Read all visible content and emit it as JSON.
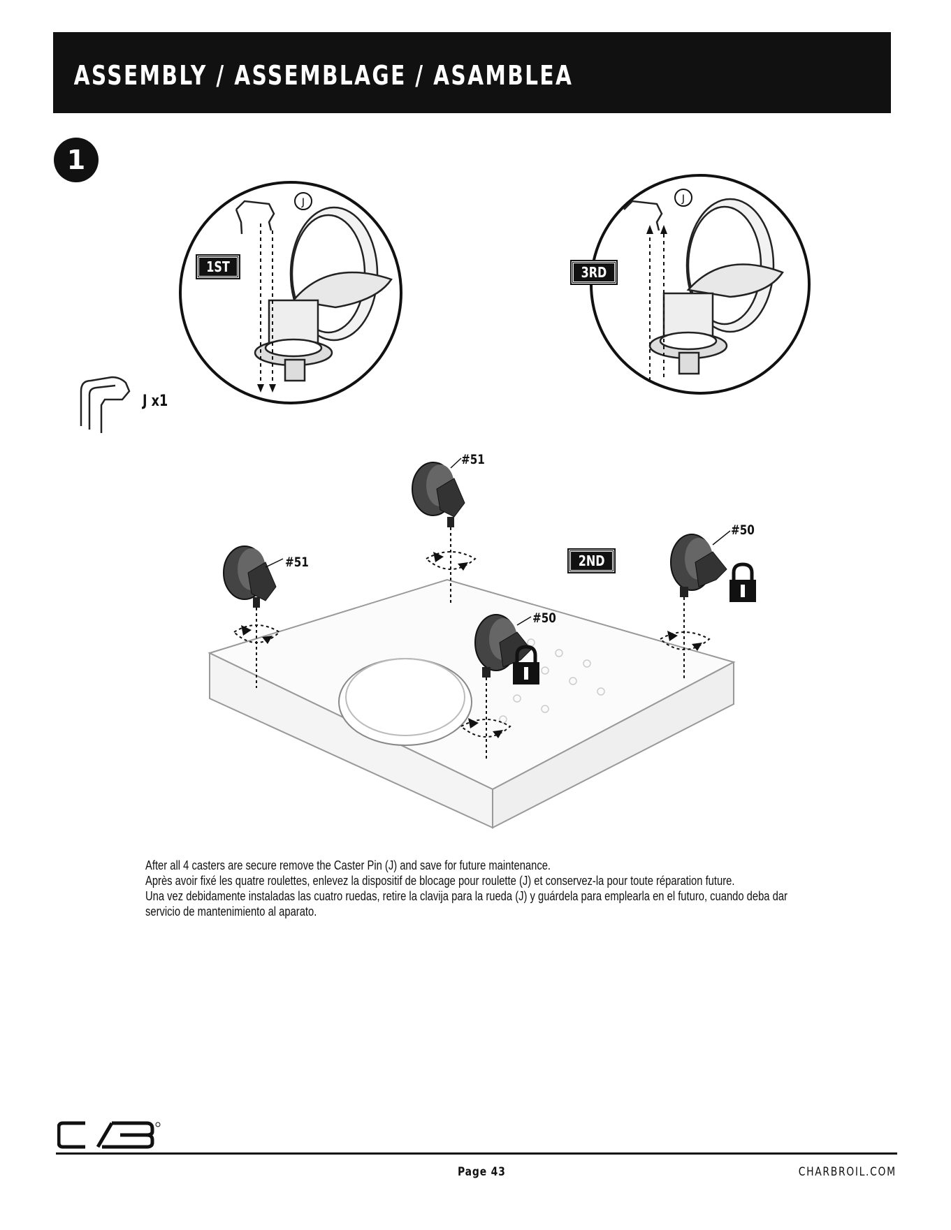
{
  "header": {
    "title": "ASSEMBLY / ASSEMBLAGE / ASAMBLEA"
  },
  "step": {
    "number": "1"
  },
  "part": {
    "quantity_label": "J x1"
  },
  "tags": {
    "first": "1ST",
    "second": "2ND",
    "third": "3RD"
  },
  "callouts": {
    "pin_label": "J",
    "caster_51": "#51",
    "caster_50": "#50"
  },
  "instructions": [
    "After all 4 casters are secure remove the Caster Pin (J) and save for future maintenance.",
    "Après avoir fixé les quatre roulettes, enlevez la dispositif de blocage pour roulette (J) et conservez-la pour toute réparation future.",
    "Una vez debidamente instaladas las cuatro ruedas, retire la clavija para la rueda (J) y guárdela para emplearla en el futuro, cuando deba dar",
    "servicio de mantenimiento al aparato."
  ],
  "footer": {
    "page": "Page 43",
    "site": "CHARBROIL.COM"
  },
  "icons": [
    "caster-pin-icon",
    "lock-icon",
    "rotate-arrow-icon",
    "cb-logo-icon"
  ]
}
